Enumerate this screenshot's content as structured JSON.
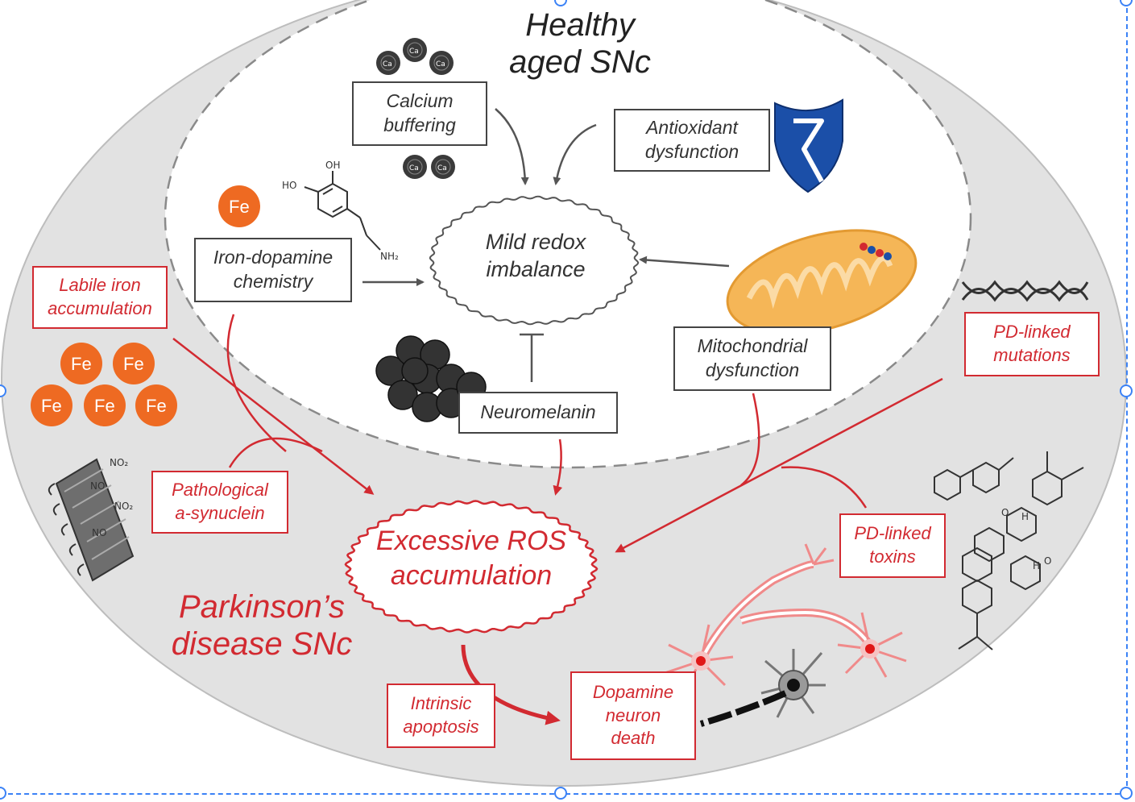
{
  "titles": {
    "healthy": "Healthy\naged SNc",
    "pd": "Parkinson’s\ndisease SNc"
  },
  "healthy_boxes": {
    "calcium": "Calcium\nbuffering",
    "antioxidant": "Antioxidant\ndysfunction",
    "iron_dopamine": "Iron-dopamine\nchemistry",
    "mitochondrial": "Mitochondrial\ndysfunction",
    "neuromelanin": "Neuromelanin"
  },
  "center_nodes": {
    "redox": "Mild redox\nimbalance",
    "ros": "Excessive ROS\naccumulation"
  },
  "pd_boxes": {
    "labile_iron": "Labile iron\naccumulation",
    "synuclein": "Pathological\na-synuclein",
    "pd_mutations": "PD-linked\nmutations",
    "pd_toxins": "PD-linked\ntoxins",
    "apoptosis": "Intrinsic\napoptosis",
    "neuron_death": "Dopamine\nneuron\ndeath"
  },
  "chem_labels": {
    "fe": "Fe",
    "ca": "Ca",
    "oh": "OH",
    "ho": "HO",
    "nh2": "NH₂",
    "no2": "NO₂",
    "no": "NO",
    "o": "O",
    "h": "H"
  },
  "colors": {
    "red": "#d22a31",
    "outer_fill": "#e2e2e2",
    "iron_orange": "#ee6a22",
    "mito_orange": "#f5b657",
    "shield_blue": "#1b4fa8",
    "selection_blue": "#3b82f6"
  }
}
